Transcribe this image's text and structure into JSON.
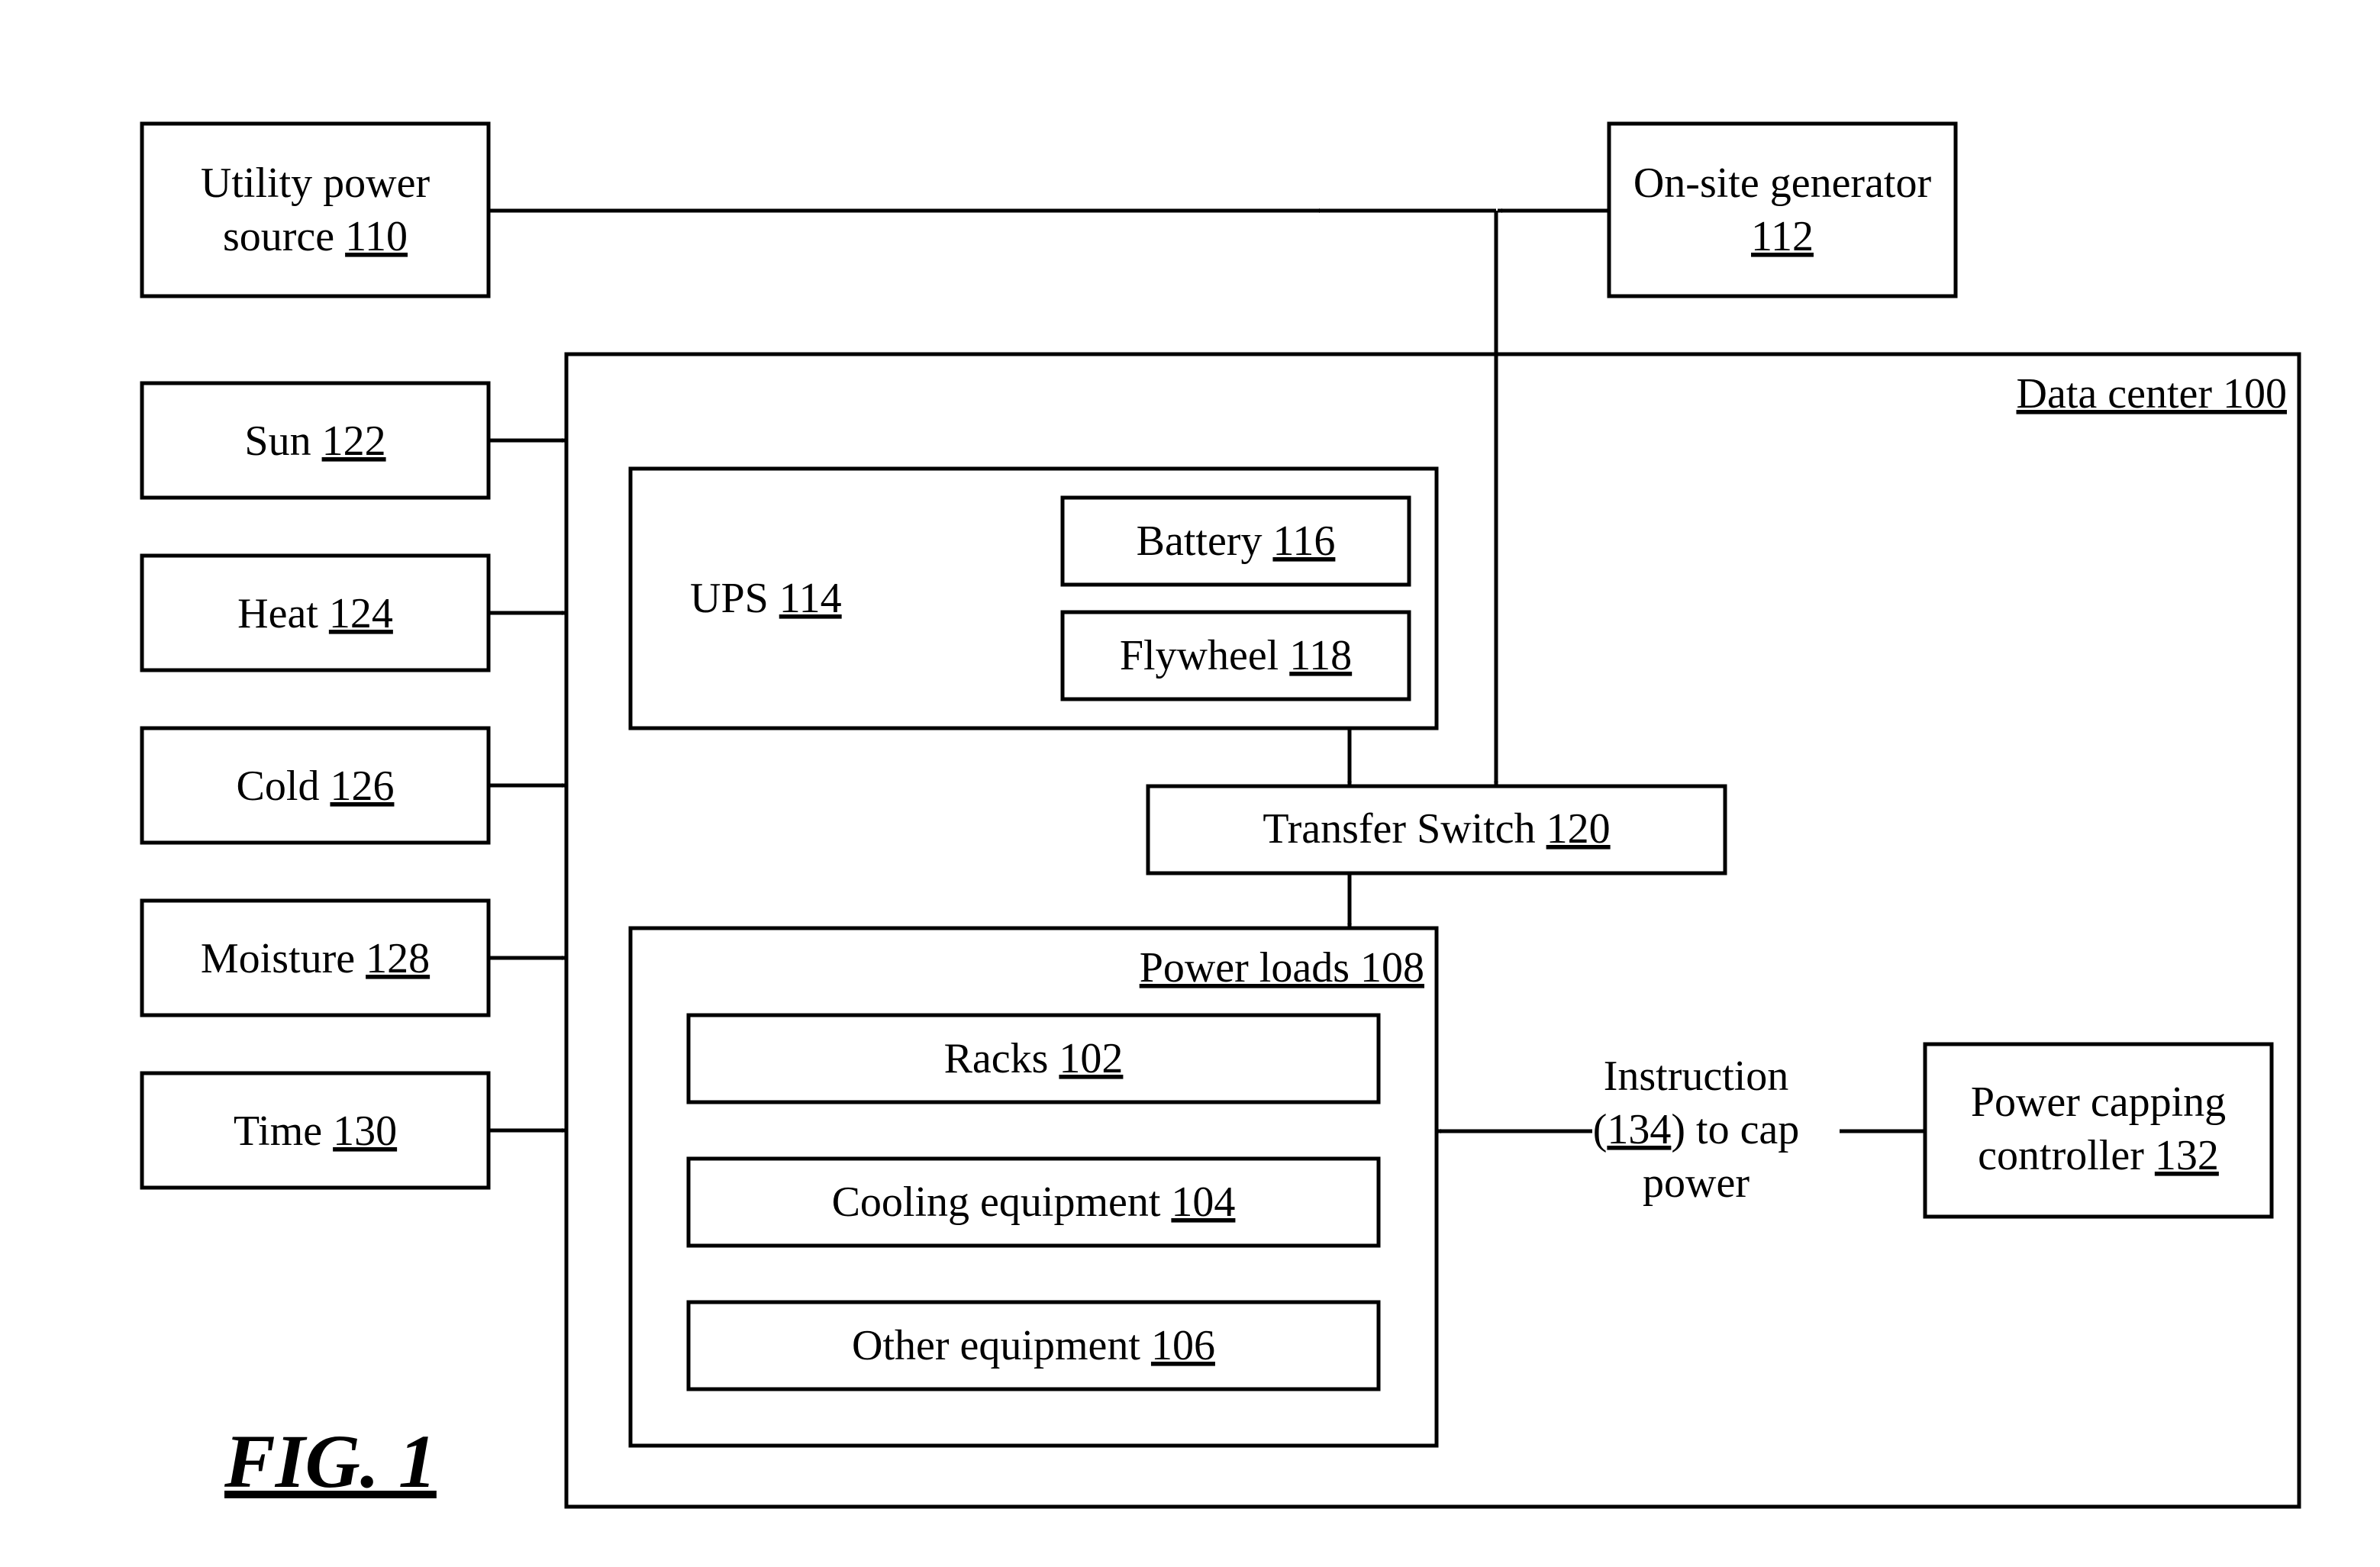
{
  "utility": {
    "label": "Utility power",
    "label2": "source",
    "ref": "110"
  },
  "generator": {
    "label": "On-site generator",
    "ref": "112"
  },
  "data_center": {
    "label": "Data center 100"
  },
  "env": [
    {
      "label": "Sun",
      "ref": "122"
    },
    {
      "label": "Heat",
      "ref": "124"
    },
    {
      "label": "Cold",
      "ref": "126"
    },
    {
      "label": "Moisture",
      "ref": "128"
    },
    {
      "label": "Time",
      "ref": "130"
    }
  ],
  "ups": {
    "label": "UPS",
    "ref": "114"
  },
  "battery": {
    "label": "Battery",
    "ref": "116"
  },
  "flywheel": {
    "label": "Flywheel",
    "ref": "118"
  },
  "transfer_switch": {
    "label": "Transfer Switch",
    "ref": "120"
  },
  "power_loads": {
    "label": "Power loads 108"
  },
  "racks": {
    "label": "Racks",
    "ref": "102"
  },
  "cooling": {
    "label": "Cooling equipment",
    "ref": "104"
  },
  "other": {
    "label": "Other equipment",
    "ref": "106"
  },
  "instruction": {
    "line1": "Instruction",
    "line2_ref": "134",
    "line2_open": "(",
    "line2_rest": ") to cap",
    "line3": "power"
  },
  "controller": {
    "label": "Power capping",
    "label2": "controller",
    "ref": "132"
  },
  "figure_label": "FIG. 1"
}
